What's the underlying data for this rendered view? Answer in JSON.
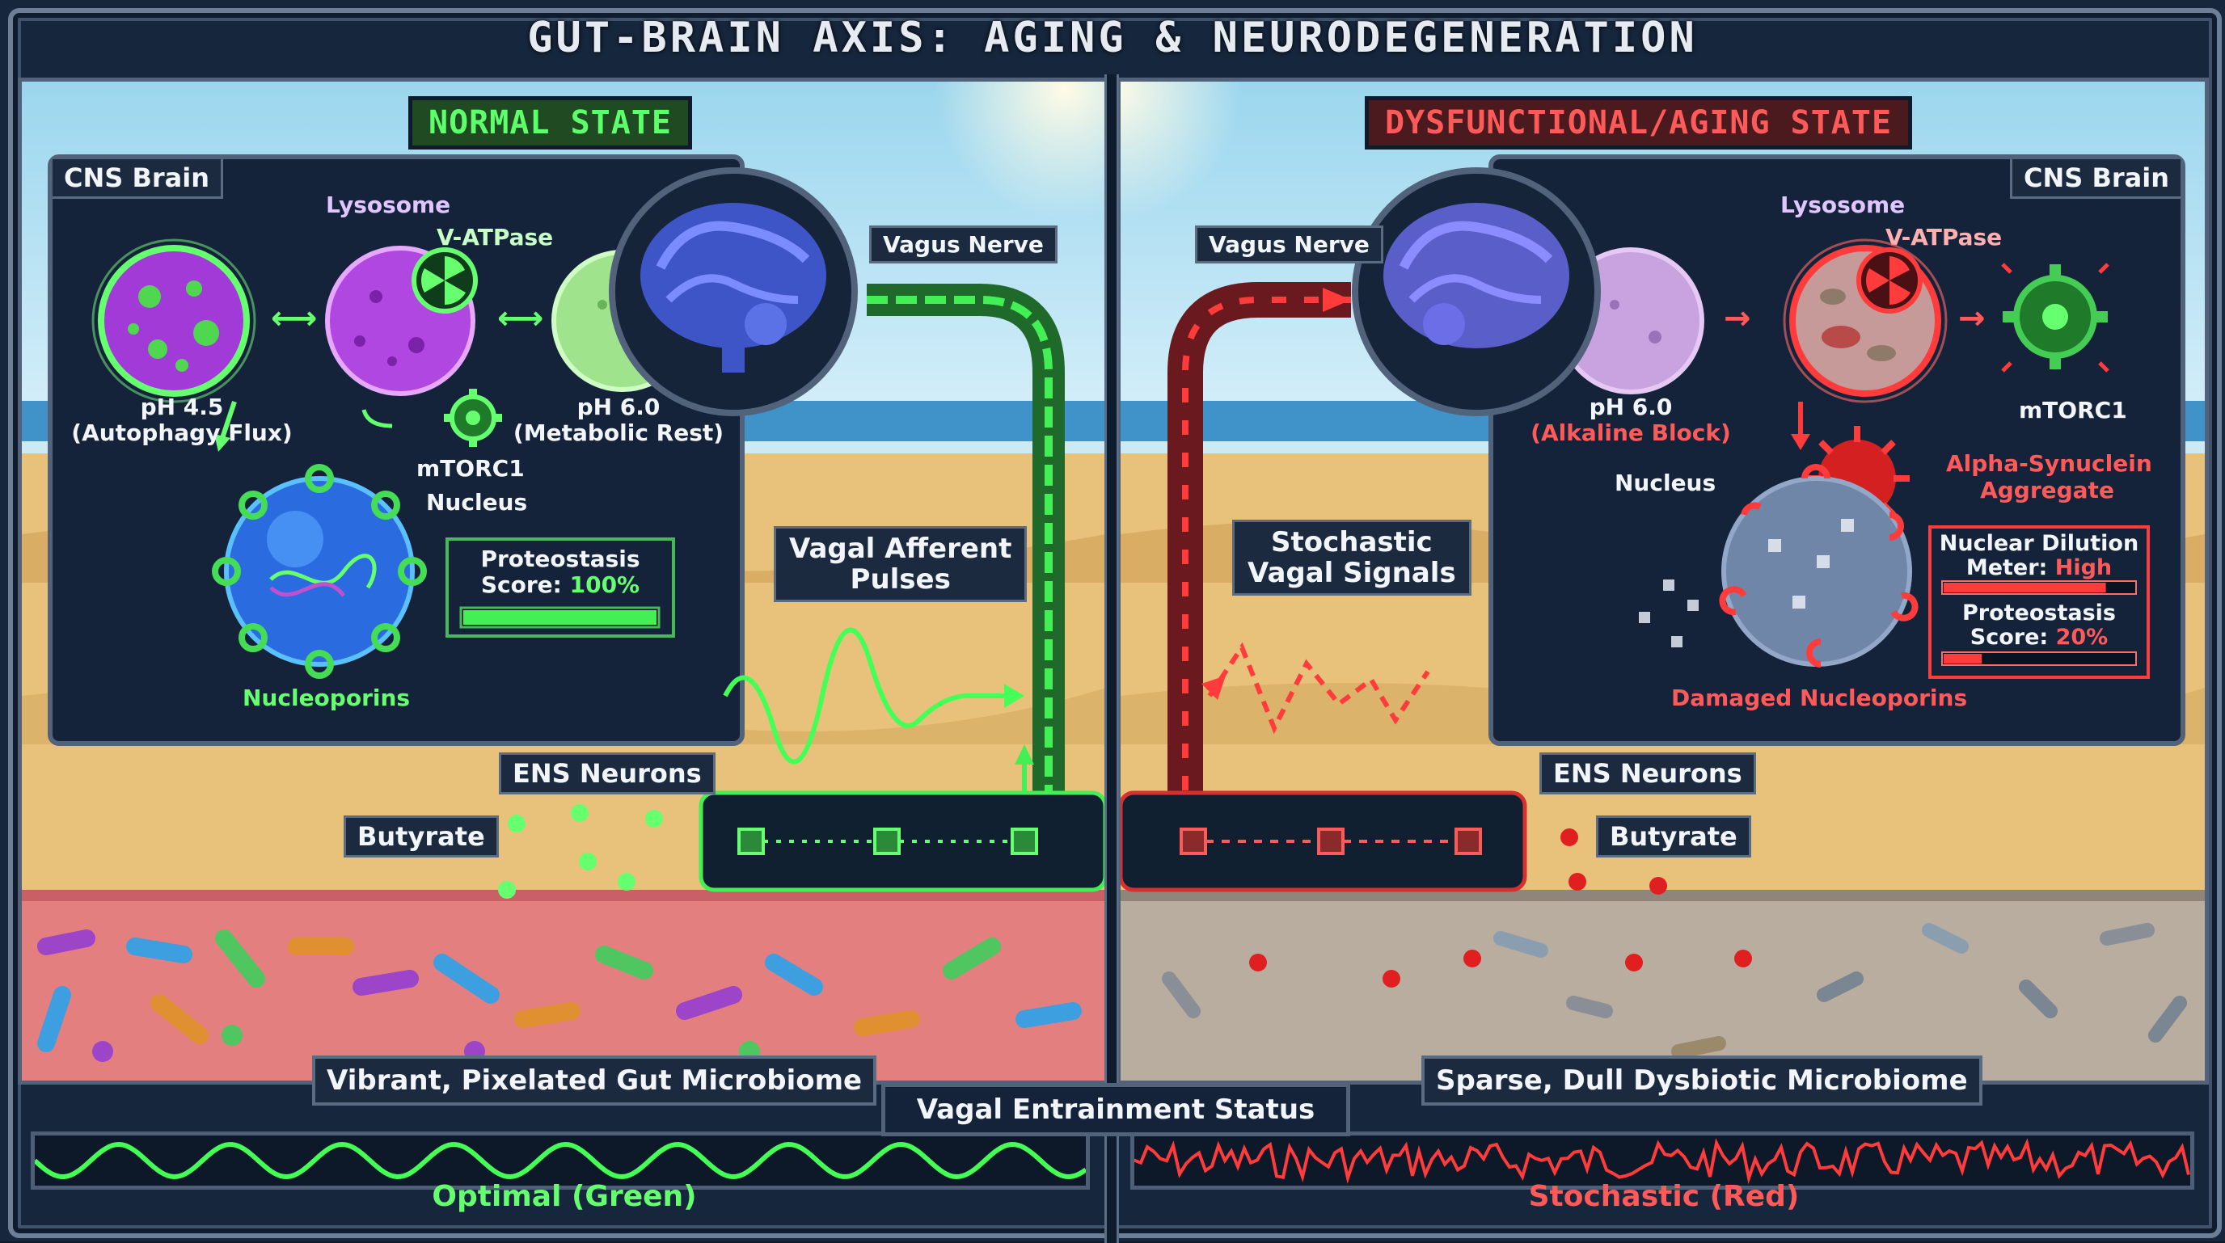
{
  "title": "GUT-BRAIN AXIS: AGING & NEURODEGENERATION",
  "left_panel": {
    "state_label": "NORMAL STATE",
    "cns_label": "CNS Brain",
    "lysosome_label": "Lysosome",
    "vatpase_label": "V-ATPase",
    "ph_left": "pH 4.5",
    "ph_left_sub": "(Autophagy Flux)",
    "ph_right": "pH 6.0",
    "ph_right_sub": "(Metabolic Rest)",
    "mtorc1_label": "mTORC1",
    "nucleus_label": "Nucleus",
    "nucleoporins_label": "Nucleoporins",
    "proteostasis_label": "Proteostasis",
    "proteostasis_score_label": "Score:",
    "proteostasis_score_value": "100%",
    "proteostasis_fraction": 1.0,
    "vagus_label": "Vagus Nerve",
    "vagal_afferent_line1": "Vagal Afferent",
    "vagal_afferent_line2": "Pulses",
    "ens_label": "ENS Neurons",
    "butyrate_label": "Butyrate",
    "microbiome_label": "Vibrant, Pixelated Gut Microbiome",
    "colors": {
      "accent": "#44ff55",
      "sky": "#8ecfe8",
      "sand": "#e7c27a",
      "gut": "#e07a7a"
    }
  },
  "right_panel": {
    "state_label": "DYSFUNCTIONAL/AGING STATE",
    "cns_label": "CNS Brain",
    "lysosome_label": "Lysosome",
    "vatpase_label": "V-ATPase",
    "ph_label": "pH 6.0",
    "ph_sub": "(Alkaline Block)",
    "mtorc1_label": "mTORC1",
    "alpha_syn_line1": "Alpha-Synuclein",
    "alpha_syn_line2": "Aggregate",
    "nucleus_label": "Nucleus",
    "nuclear_dilution_line1": "Nuclear Dilution",
    "nuclear_dilution_label": "Meter:",
    "nuclear_dilution_value": "High",
    "nuclear_dilution_fraction": 0.85,
    "proteostasis_label": "Proteostasis",
    "proteostasis_score_label": "Score:",
    "proteostasis_score_value": "20%",
    "proteostasis_fraction": 0.2,
    "damaged_nucleoporins_label": "Damaged Nucleoporins",
    "vagus_label": "Vagus Nerve",
    "stochastic_line1": "Stochastic",
    "stochastic_line2": "Vagal Signals",
    "ens_label": "ENS Neurons",
    "butyrate_label": "Butyrate",
    "microbiome_label": "Sparse, Dull Dysbiotic Microbiome",
    "colors": {
      "accent": "#ff3b3b",
      "gut": "#b5ab9c"
    }
  },
  "bottom": {
    "status_label": "Vagal Entrainment Status",
    "optimal_label": "Optimal (Green)",
    "stochastic_label": "Stochastic (Red)"
  },
  "icons": [
    "brain-icon",
    "lysosome-icon",
    "vatpase-fan-icon",
    "mtorc1-gear-icon",
    "nucleus-icon",
    "neuron-icon",
    "bacteria-icon",
    "alpha-synuclein-icon"
  ]
}
